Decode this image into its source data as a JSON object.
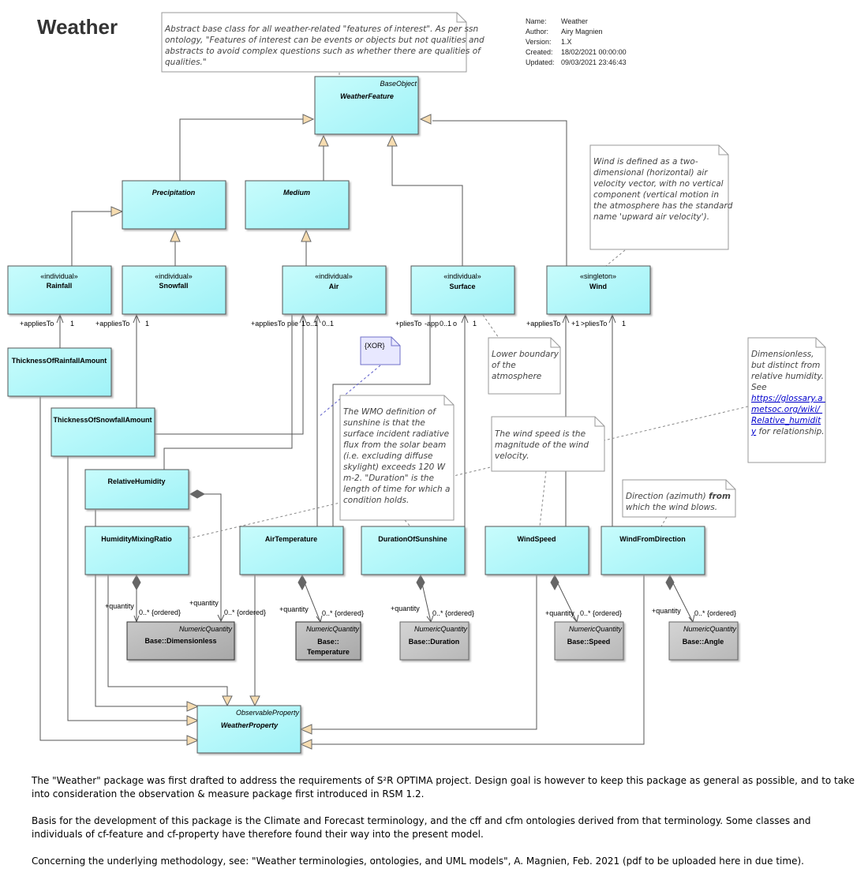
{
  "diagram": {
    "title": "Weather",
    "meta": {
      "name_label": "Name:",
      "name": "Weather",
      "author_label": "Author:",
      "author": "Airy Magnien",
      "version_label": "Version:",
      "version": "1.X",
      "created_label": "Created:",
      "created": "18/02/2021 00:00:00",
      "updated_label": "Updated:",
      "updated": "09/03/2021 23:46:43"
    },
    "classes": {
      "weather_feature": {
        "stereotype": "BaseObject",
        "name": "WeatherFeature"
      },
      "precipitation": {
        "name": "Precipitation"
      },
      "medium": {
        "name": "Medium"
      },
      "rainfall": {
        "stereotype": "«individual»",
        "name": "Rainfall"
      },
      "snowfall": {
        "stereotype": "«individual»",
        "name": "Snowfall"
      },
      "air": {
        "stereotype": "«individual»",
        "name": "Air"
      },
      "surface": {
        "stereotype": "«individual»",
        "name": "Surface"
      },
      "wind": {
        "stereotype": "«singleton»",
        "name": "Wind"
      },
      "thickness_rainfall": {
        "name": "ThicknessOfRainfallAmount"
      },
      "thickness_snowfall": {
        "name": "ThicknessOfSnowfallAmount"
      },
      "relative_humidity": {
        "name": "RelativeHumidity"
      },
      "humidity_mixing_ratio": {
        "name": "HumidityMixingRatio"
      },
      "air_temperature": {
        "name": "AirTemperature"
      },
      "duration_of_sunshine": {
        "name": "DurationOfSunshine"
      },
      "wind_speed": {
        "name": "WindSpeed"
      },
      "wind_from_direction": {
        "name": "WindFromDirection"
      },
      "weather_property": {
        "stereotype": "ObservableProperty",
        "name": "WeatherProperty"
      },
      "nq_dimensionless": {
        "stereotype": "NumericQuantity",
        "name": "Base::Dimensionless"
      },
      "nq_temperature": {
        "stereotype": "NumericQuantity",
        "name_line1": "Base::",
        "name_line2": "Temperature"
      },
      "nq_duration": {
        "stereotype": "NumericQuantity",
        "name": "Base::Duration"
      },
      "nq_speed": {
        "stereotype": "NumericQuantity",
        "name": "Base::Speed"
      },
      "nq_angle": {
        "stereotype": "NumericQuantity",
        "name": "Base::Angle"
      }
    },
    "notes": {
      "weather_feature_note": [
        "Abstract base class for all weather-related \"features of interest\". As per ssn",
        "ontology, \"Features of interest can be events or objects but not qualities and",
        "abstracts to avoid complex questions such as whether there are qualities of",
        "qualities.\""
      ],
      "wind_note": [
        "Wind  is  defined  as  a  two-",
        "dimensional  (horizontal)  air",
        "velocity vector, with no vertical",
        "component (vertical motion in",
        "the atmosphere has the standard",
        "name 'upward air velocity')."
      ],
      "surface_note": [
        "Lower boundary",
        "of the",
        "atmosphere"
      ],
      "xor_note": "{XOR}",
      "sunshine_note": [
        "The WMO definition of",
        "sunshine is that the",
        "surface incident radiative",
        "flux from the solar beam",
        "(i.e. excluding diffuse",
        "skylight) exceeds 120 W",
        "m-2. \"Duration\" is the",
        "length of time for which a",
        "condition holds."
      ],
      "wind_speed_note": [
        "The wind speed is the",
        "magnitude of the wind",
        "velocity."
      ],
      "humidity_note_text": [
        "Dimensionless,",
        "but distinct from",
        "relative humidity.",
        "See"
      ],
      "humidity_note_link": [
        "https://glossary.a",
        "metsoc.org/wiki/",
        "Relative_humidit"
      ],
      "humidity_note_link_end": "y",
      "humidity_note_tail": " for relationship.",
      "direction_note_prefix": "Direction (azimuth) ",
      "direction_note_bold": "from",
      "direction_note_line2": "which the wind blows."
    },
    "labels": {
      "applies_to": "+appliesTo",
      "one": "1",
      "applies_to_air_1": "+appliesTo",
      "air_clip_1": "plie",
      "air_mult_1": "1",
      "air_clip_2": "o..1",
      "air_mult_2": "0..1",
      "surface_applies": "+pliesTo",
      "surface_clip": "-app",
      "surface_mult": "0..1",
      "surface_clip2": "o",
      "surface_one": "1",
      "wind_applies_1": "+appliesTo",
      "wind_mult_1": "+1",
      "wind_applies_2": ">pliesTo",
      "wind_one": "1",
      "quantity": "+quantity",
      "ordered": "0..* {ordered}"
    },
    "description": [
      "The \"Weather\" package was first drafted to address the requirements of S²R OPTIMA project. Design goal is however to keep this package as general as possible, and to take into consideration the observation & measure package first introduced in RSM 1.2.",
      "Basis for the development of this package is the Climate and Forecast terminology, and the cff and cfm ontologies derived from that terminology. Some classes and individuals of cf-feature and cf-property have therefore found their way into the present model.",
      "Concerning the underlying methodology, see: \"Weather terminologies, ontologies, and UML models\", A. Magnien, Feb. 2021 (pdf to be uploaded here in due time)."
    ],
    "colors": {
      "class_fill": "#c8fcfc",
      "class_stroke": "#555555",
      "quantity_dark": "#b9b9b9",
      "quantity_light": "#c8c8c8",
      "note_fill": "#ffffff",
      "xor_fill": "#e8e8ff"
    }
  }
}
